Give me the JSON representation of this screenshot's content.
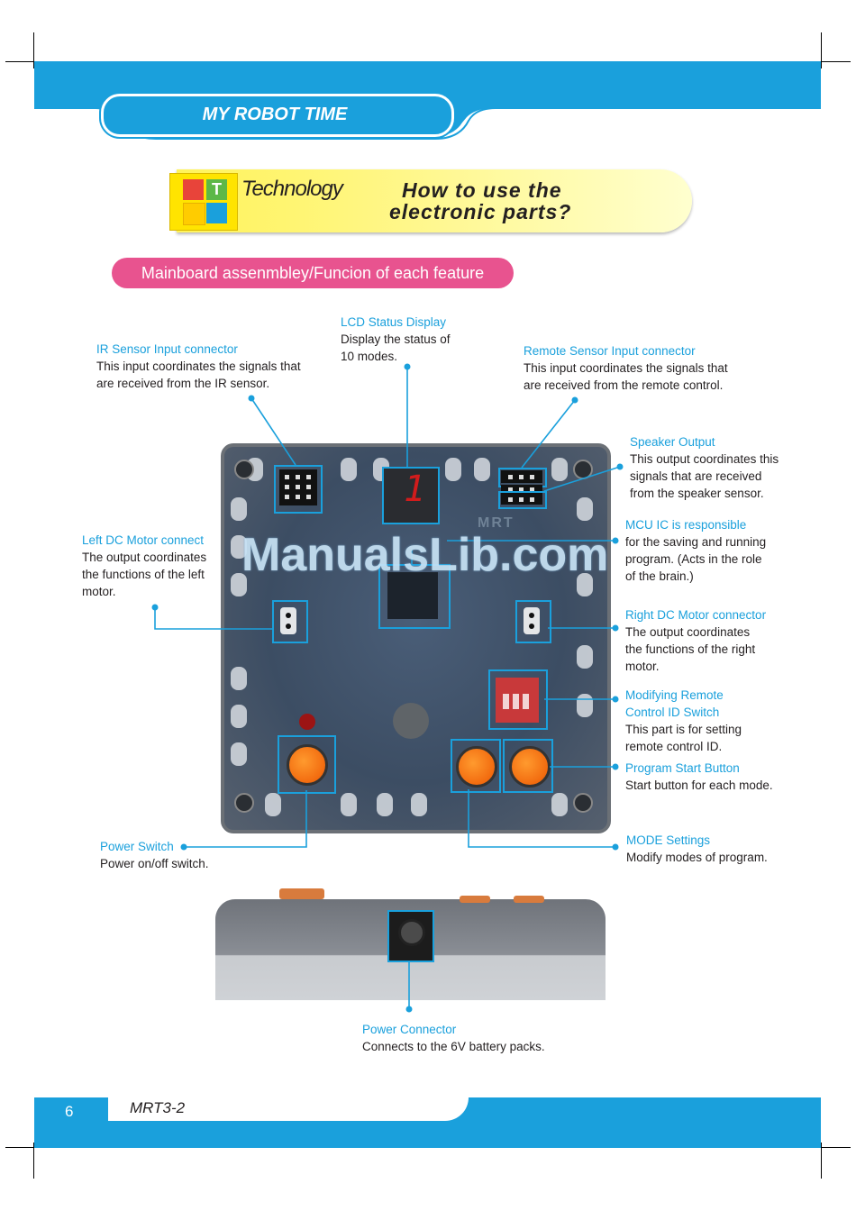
{
  "header": {
    "title": "MY ROBOT TIME"
  },
  "banner": {
    "logo_letter": "T",
    "word": "Technology",
    "question_line1": "How to use the",
    "question_line2": "electronic parts?"
  },
  "section": {
    "title": "Mainboard assenmbley/Funcion of each feature"
  },
  "annotations": {
    "lcd": {
      "title": "LCD Status Display",
      "desc": [
        "Display the status of",
        "10 modes."
      ]
    },
    "ir": {
      "title": "IR Sensor Input connector",
      "desc": [
        "This input coordinates the signals that",
        "are received from the IR sensor."
      ]
    },
    "remote": {
      "title": "Remote Sensor Input connector",
      "desc": [
        "This input coordinates the signals that",
        "are received from the remote control."
      ]
    },
    "speaker": {
      "title": "Speaker Output",
      "desc": [
        "This output coordinates this",
        "signals that are received",
        "from the speaker sensor."
      ]
    },
    "mcu": {
      "title": "MCU  IC is responsible",
      "desc": [
        "for the saving and running",
        "program. (Acts in the role",
        "of the brain.)"
      ]
    },
    "left_motor": {
      "title": "Left DC Motor connect",
      "desc": [
        "The output coordinates",
        "the functions of the left",
        "motor."
      ]
    },
    "right_motor": {
      "title": "Right DC Motor connector",
      "desc": [
        "The output coordinates",
        "the functions of the right",
        "motor."
      ]
    },
    "remote_id": {
      "title": "Modifying Remote",
      "title2": "Control ID Switch",
      "desc": [
        "This part is for setting",
        "remote control ID."
      ]
    },
    "program_start": {
      "title": "Program Start Button",
      "desc": [
        "Start button for each mode."
      ]
    },
    "power_switch": {
      "title": "Power Switch",
      "desc": [
        "Power on/off switch."
      ]
    },
    "mode": {
      "title": "MODE Settings",
      "desc": [
        "Modify modes of program."
      ]
    },
    "power_connector": {
      "title": "Power Connector",
      "desc": [
        "Connects to the 6V battery packs."
      ]
    }
  },
  "board": {
    "silk_text": "MRT",
    "lcd_digit": "1"
  },
  "watermark": "ManualsLib.com",
  "footer": {
    "page_number": "6",
    "model": "MRT3-2"
  },
  "colors": {
    "accent_blue": "#1aa0dc",
    "pink": "#e8538f",
    "banner_yellow": "#fff35a",
    "button_orange": "#f26b0f"
  }
}
